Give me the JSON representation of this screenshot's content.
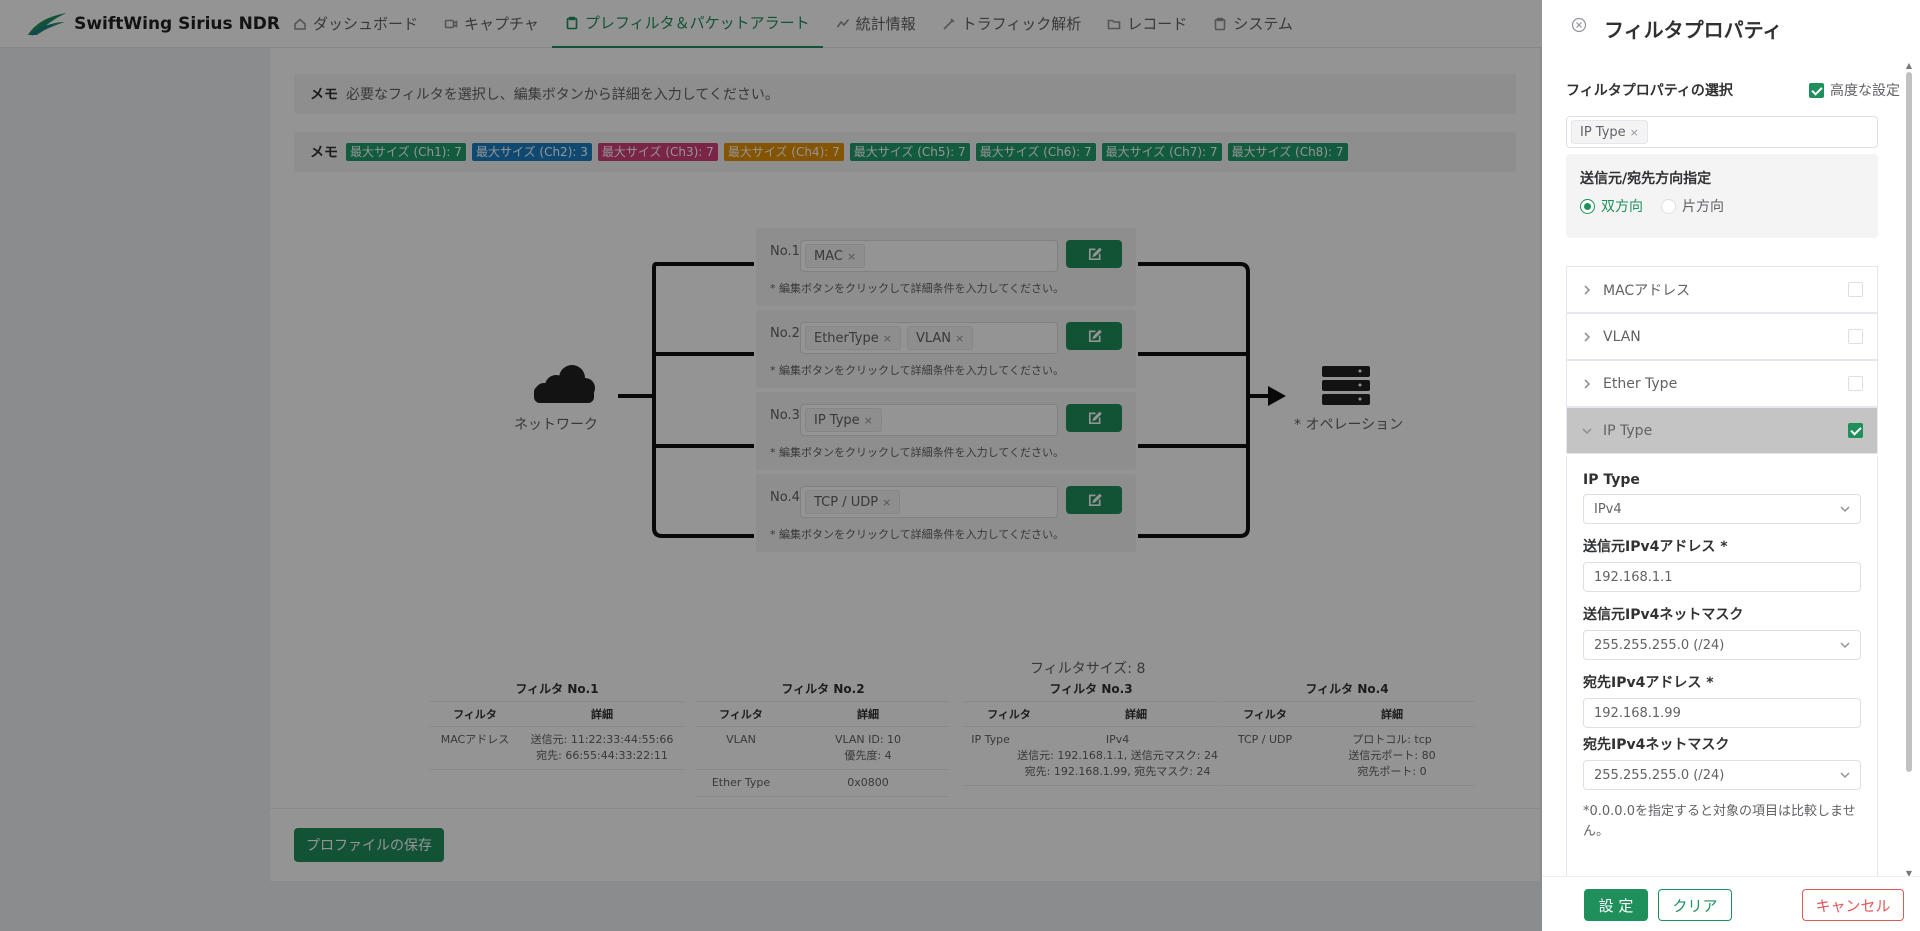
{
  "app": {
    "name": "SwiftWing Sirius NDR"
  },
  "nav": [
    {
      "label": "ダッシュボード",
      "icon": "home-icon",
      "active": false
    },
    {
      "label": "キャプチャ",
      "icon": "video-icon",
      "active": false
    },
    {
      "label": "プレフィルタ＆パケットアラート",
      "icon": "clipboard-icon",
      "active": true
    },
    {
      "label": "統計情報",
      "icon": "chart-line-icon",
      "active": false
    },
    {
      "label": "トラフィック解析",
      "icon": "wand-icon",
      "active": false
    },
    {
      "label": "レコード",
      "icon": "folder-icon",
      "active": false
    },
    {
      "label": "システム",
      "icon": "clipboard-icon",
      "active": false
    }
  ],
  "memo1": {
    "label": "メモ",
    "text": "必要なフィルタを選択し、編集ボタンから詳細を入力してください。"
  },
  "memo2": {
    "label": "メモ",
    "tags": [
      {
        "text": "最大サイズ (Ch1): 7",
        "color": "#1f9e6b"
      },
      {
        "text": "最大サイズ (Ch2): 3",
        "color": "#1a7fc4"
      },
      {
        "text": "最大サイズ (Ch3): 7",
        "color": "#d33f7b"
      },
      {
        "text": "最大サイズ (Ch4): 7",
        "color": "#e39100"
      },
      {
        "text": "最大サイズ (Ch5): 7",
        "color": "#1f9e6b"
      },
      {
        "text": "最大サイズ (Ch6): 7",
        "color": "#1f9e6b"
      },
      {
        "text": "最大サイズ (Ch7): 7",
        "color": "#1f9e6b"
      },
      {
        "text": "最大サイズ (Ch8): 7",
        "color": "#1f9e6b"
      }
    ]
  },
  "diagram": {
    "network_label": "ネットワーク",
    "operation_label": "* オペレーション",
    "filter_size": "フィルタサイズ: 8",
    "hint": "* 編集ボタンをクリックして詳細条件を入力してください。",
    "filters": [
      {
        "no": "No.1",
        "chips": [
          "MAC"
        ]
      },
      {
        "no": "No.2",
        "chips": [
          "EtherType",
          "VLAN"
        ]
      },
      {
        "no": "No.3",
        "chips": [
          "IP Type"
        ]
      },
      {
        "no": "No.4",
        "chips": [
          "TCP / UDP"
        ]
      }
    ]
  },
  "summary": {
    "col_filter": "フィルタ",
    "col_detail": "詳細",
    "tables": [
      {
        "title": "フィルタ No.1",
        "rows": [
          {
            "filter": "MACアドレス",
            "detail": [
              "送信元: 11:22:33:44:55:66",
              "宛先: 66:55:44:33:22:11"
            ]
          }
        ]
      },
      {
        "title": "フィルタ No.2",
        "rows": [
          {
            "filter": "VLAN",
            "detail": [
              "VLAN ID: 10",
              "優先度: 4"
            ]
          },
          {
            "filter": "Ether Type",
            "detail": [
              "0x0800"
            ]
          }
        ]
      },
      {
        "title": "フィルタ No.3",
        "rows": [
          {
            "filter": "IP Type",
            "detail": [
              "IPv4",
              "送信元: 192.168.1.1, 送信元マスク: 24",
              "宛先: 192.168.1.99, 宛先マスク: 24"
            ]
          }
        ]
      },
      {
        "title": "フィルタ No.4",
        "rows": [
          {
            "filter": "TCP / UDP",
            "detail": [
              "プロトコル: tcp",
              "送信元ポート: 80",
              "宛先ポート: 0"
            ]
          }
        ]
      }
    ]
  },
  "save_button": "プロファイルの保存",
  "drawer": {
    "title": "フィルタプロパティ",
    "select_label": "フィルタプロパティの選択",
    "advanced_label": "高度な設定",
    "selected_chip": "IP Type",
    "direction": {
      "label": "送信元/宛先方向指定",
      "options": [
        {
          "label": "双方向",
          "selected": true
        },
        {
          "label": "片方向",
          "selected": false
        }
      ]
    },
    "sections": [
      {
        "label": "MACアドレス",
        "checked": false,
        "open": false
      },
      {
        "label": "VLAN",
        "checked": false,
        "open": false
      },
      {
        "label": "Ether Type",
        "checked": false,
        "open": false
      },
      {
        "label": "IP Type",
        "checked": true,
        "open": true
      }
    ],
    "ip_form": {
      "type_label": "IP Type",
      "type_value": "IPv4",
      "src_addr_label": "送信元IPv4アドレス *",
      "src_addr_value": "192.168.1.1",
      "src_mask_label": "送信元IPv4ネットマスク",
      "src_mask_value": "255.255.255.0 (/24)",
      "dst_addr_label": "宛先IPv4アドレス *",
      "dst_addr_value": "192.168.1.99",
      "dst_mask_label": "宛先IPv4ネットマスク",
      "dst_mask_value": "255.255.255.0 (/24)",
      "note": "*0.0.0.0を指定すると対象の項目は比較しません。"
    },
    "buttons": {
      "apply": "設 定",
      "clear": "クリア",
      "cancel": "キャンセル"
    }
  }
}
